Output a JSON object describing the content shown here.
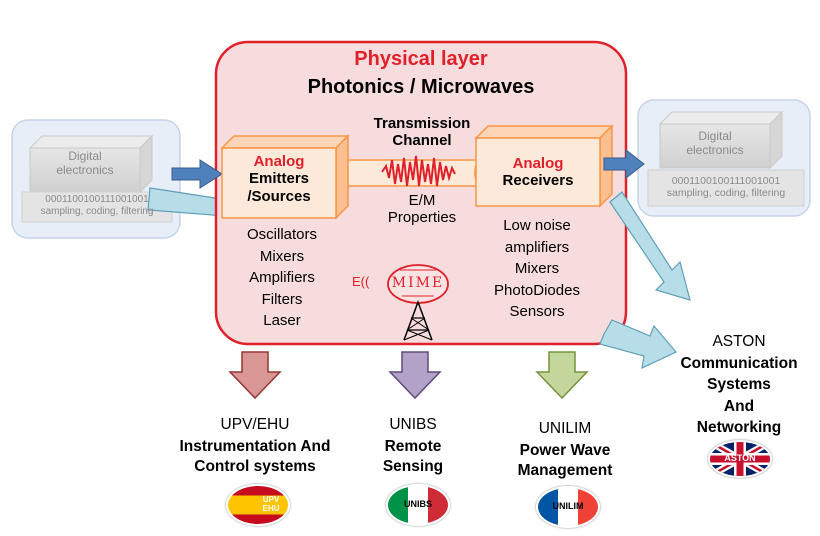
{
  "main_box": {
    "title": "Physical layer",
    "subtitle": "Photonics / Microwaves",
    "border_color": "#e0202a",
    "fill_color": "#f6dcdc"
  },
  "left_digital": {
    "label_line1": "Digital",
    "label_line2": "electronics",
    "bits": "0001100100111001001",
    "caption": "sampling, coding, filtering"
  },
  "right_digital": {
    "label_line1": "Digital",
    "label_line2": "electronics",
    "bits": "0001100100111001001",
    "caption": "sampling, coding, filtering"
  },
  "emitters": {
    "title": "Analog",
    "line1": "Emitters",
    "line2": "/Sources",
    "items": [
      "Oscillators",
      "Mixers",
      "Amplifiers",
      "Filters",
      "Laser"
    ]
  },
  "channel": {
    "title_line1": "Transmission",
    "title_line2": "Channel",
    "prop_line1": "E/M",
    "prop_line2": "Properties"
  },
  "receivers": {
    "title": "Analog",
    "line1": "Receivers",
    "items": [
      "Low noise",
      "amplifiers",
      "Mixers",
      "PhotoDiodes",
      "Sensors"
    ]
  },
  "mime_logo": {
    "wave_text": "E((",
    "logo_text": "MIME"
  },
  "partners": [
    {
      "name": "UPV/EHU",
      "role_line1": "Instrumentation And",
      "role_line2": "Control systems",
      "arrow_color": "#d99694",
      "badge": "UPV EHU"
    },
    {
      "name": "UNIBS",
      "role_line1": "Remote",
      "role_line2": "Sensing",
      "arrow_color": "#b3a2c7",
      "badge": "UNIBS"
    },
    {
      "name": "UNILIM",
      "role_line1": "Power Wave",
      "role_line2": "Management",
      "arrow_color": "#c3d69b",
      "badge": "UNILIM"
    },
    {
      "name": "ASTON",
      "role_line1": "Communication",
      "role_line2": "Systems",
      "role_line3": "And",
      "role_line4": "Networking",
      "arrow_color": "#b7dde8",
      "badge": "ASTON"
    }
  ],
  "colors": {
    "analog_red": "#e0202a",
    "box_orange": "#f79646",
    "box_fill": "#fde9d9",
    "blue_arrow": "#4f81bd",
    "light_blue_arrow": "#b7dde8"
  }
}
